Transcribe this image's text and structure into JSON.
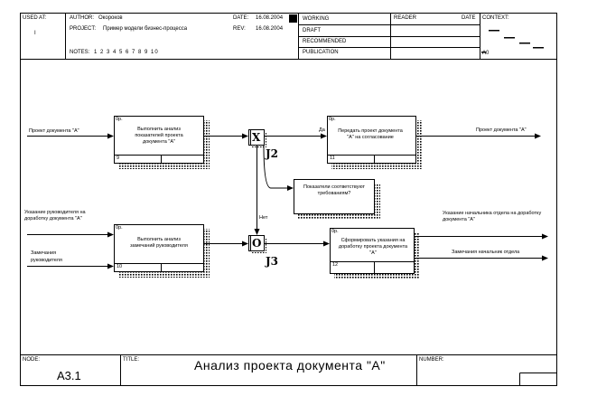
{
  "header": {
    "used_at_label": "USED AT:",
    "used_at_value": "I",
    "author_label": "AUTHOR:",
    "author_value": "Окороков",
    "project_label": "PROJECT:",
    "project_value": "Пример модели бизнес-процесса",
    "date_label": "DATE:",
    "date_value": "16.08.2004",
    "rev_label": "REV:",
    "rev_value": "16.08.2004",
    "notes_label": "NOTES:",
    "notes_value": "1 2 3 4 5 6 7 8 9 10",
    "status_rows": [
      "WORKING",
      "DRAFT",
      "RECOMMENDED",
      "PUBLICATION"
    ],
    "reader_label": "READER",
    "reader_date_label": "DATE",
    "context_label": "CONTEXT:",
    "context_node": "A0"
  },
  "diagram": {
    "activities": [
      {
        "id": "9",
        "cost": "0р.",
        "label": "Выполнить анализ показателей проекта документа \"А\""
      },
      {
        "id": "10",
        "cost": "0р.",
        "label": "Выполнить анализ замечаний руководителя"
      },
      {
        "id": "11",
        "cost": "0р.",
        "label": "Передать проект документа \"А\" на согласование"
      },
      {
        "id": "12",
        "cost": "0р.",
        "label": "Сформировать указания на доработку проекта документа \"А\""
      }
    ],
    "junctions": [
      {
        "symbol": "X",
        "name": "J2"
      },
      {
        "symbol": "O",
        "name": "J3"
      }
    ],
    "note": "Показатели соответствуют требованиям?",
    "labels": {
      "yes": "Да",
      "no": "Нет",
      "in_doc": "Проект документа \"А\"",
      "in_instruction": "Указание руководителя на доработку документа \"А\"",
      "in_remarks": "Замечания руководителя",
      "out_doc": "Проект документа \"А\"",
      "out_instruction": "Указание начальника отдела на доработку документа \"А\"",
      "out_remarks": "Замечания начальник отдела"
    }
  },
  "footer": {
    "node_label": "NODE:",
    "node_value": "A3.1",
    "title_label": "TITLE:",
    "title_value": "Анализ  проекта  документа \"А\"",
    "number_label": "NUMBER:"
  }
}
